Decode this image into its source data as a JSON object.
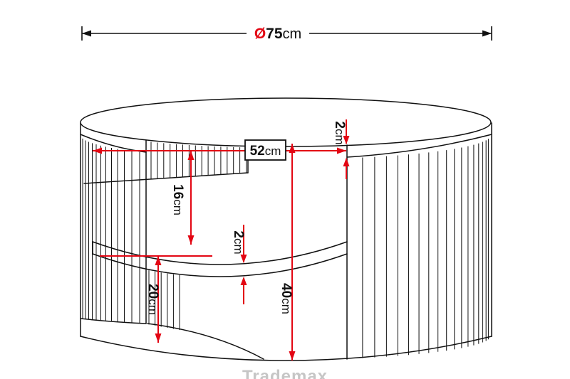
{
  "drawing": {
    "type": "furniture-dimension-diagram",
    "subject": "round fluted coffee table, cutaway front view",
    "colors": {
      "dimension_red": "#e30613",
      "line_black": "#111111",
      "watermark_gray": "#c6c6c6"
    }
  },
  "dimensions": {
    "diameter": {
      "symbol": "Ø",
      "value": "75",
      "unit": "cm"
    },
    "top_thickness": {
      "value": "2",
      "unit": "cm"
    },
    "inner_width": {
      "value": "52",
      "unit": "cm"
    },
    "top_to_shelf": {
      "value": "16",
      "unit": "cm"
    },
    "shelf_thickness": {
      "value": "2",
      "unit": "cm"
    },
    "shelf_to_floor": {
      "value": "20",
      "unit": "cm"
    },
    "total_height": {
      "value": "40",
      "unit": "cm"
    }
  },
  "watermark": {
    "text": "Trademax"
  }
}
